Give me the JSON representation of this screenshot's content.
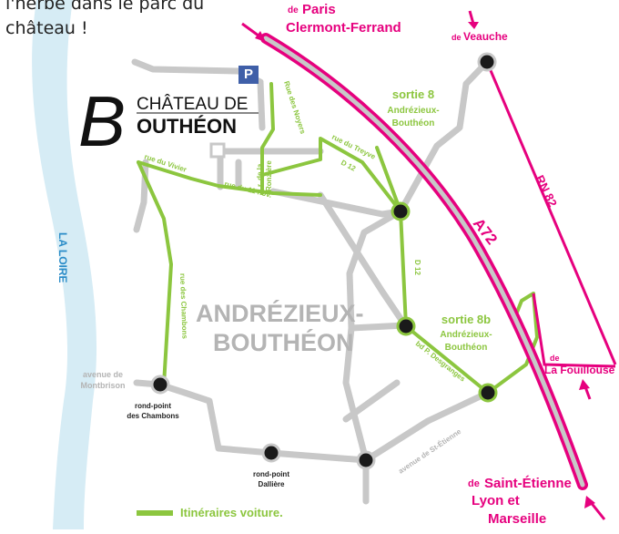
{
  "intro": {
    "line1": "l'herbe dans le parc du",
    "line2": "château !"
  },
  "logo": {
    "top": "CHÂTEAU DE",
    "script_initial": "B",
    "bottom": "OUTHÉON"
  },
  "parking": {
    "label": "P"
  },
  "town": {
    "line1": "ANDRÉZIEUX-",
    "line2": "BOUTHÉON"
  },
  "river": {
    "label": "LA LOIRE"
  },
  "highways": {
    "a72": "A72",
    "rn82": "RN 82"
  },
  "exits": {
    "s8": {
      "title": "sortie 8",
      "line1": "Andrézieux-",
      "line2": "Bouthéon"
    },
    "s8b": {
      "title": "sortie 8b",
      "line1": "Andrézieux-",
      "line2": "Bouthéon"
    }
  },
  "directions": {
    "paris": {
      "de": "de",
      "line1": "Paris",
      "line2": "Clermont-Ferrand"
    },
    "veauche": {
      "de": "de",
      "name": "Veauche"
    },
    "fouillouse": {
      "de": "de",
      "name": "La Fouillouse"
    },
    "saint_etienne": {
      "de": "de",
      "line1": "Saint-Étienne",
      "line2": "Lyon et",
      "line3": "Marseille"
    }
  },
  "streets": {
    "noyers": "Rue des Noyers",
    "vivier": "rue du Vivier",
    "onze_nov": "rue du 11 nov.",
    "ronziere_1": "r. de la",
    "ronziere_2": "Ronzière",
    "treyve": "rue du Treyve",
    "d12_a": "D 12",
    "d12_b": "D 12",
    "chambons": "rue des Chambons",
    "desgranges": "bd P. Desgranges",
    "st_etienne_ave": "avenue de St-Étienne"
  },
  "places": {
    "montbrison_1": "avenue de",
    "montbrison_2": "Montbrison",
    "rp_chambons_1": "rond-point",
    "rp_chambons_2": "des Chambons",
    "rp_dalliere_1": "rond-point",
    "rp_dalliere_2": "Dallière"
  },
  "legend": {
    "label": "Itinéraires voiture."
  },
  "colors": {
    "route": "#8cc63f",
    "highway": "#e6007e",
    "road": "#c8c8c8",
    "river": "#d6ecf5",
    "river_text": "#2a8cc8",
    "town_text": "#b4b4b4"
  }
}
